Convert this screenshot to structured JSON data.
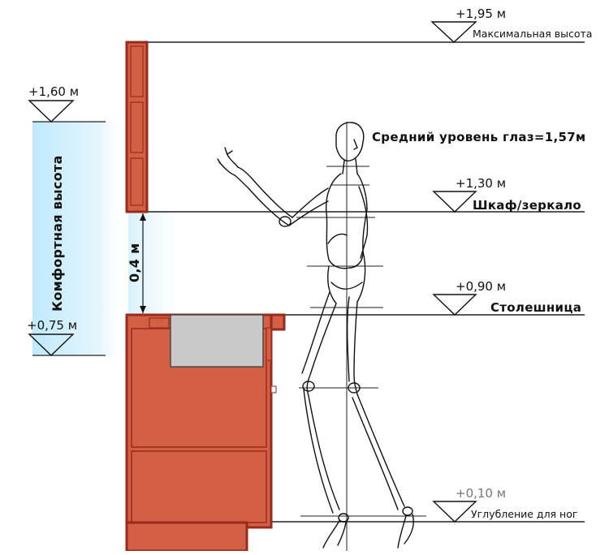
{
  "levels": {
    "max": {
      "value": "+1,95 м",
      "label": "Максимальная высота"
    },
    "cabinet": {
      "value": "+1,30 м",
      "label": "Шкаф/зеркало"
    },
    "counter": {
      "value": "+0,90 м",
      "label": "Столешница"
    },
    "toe": {
      "value": "+0,10 м",
      "label": "Углубление для ног"
    },
    "comfort_top": {
      "value": "+1,60 м"
    },
    "comfort_bottom": {
      "value": "+0,75 м"
    }
  },
  "eye_level": "Средний уровень глаз=1,57м",
  "comfort_zone_label": "Комфортная высота",
  "gap_label": "0,4 м",
  "colors": {
    "brick": "#d35f45",
    "brick_dark": "#9a2a1c",
    "sink": "#c9c9c9",
    "comfort_gradient": "#bfe9fb",
    "lines": "#222222"
  }
}
